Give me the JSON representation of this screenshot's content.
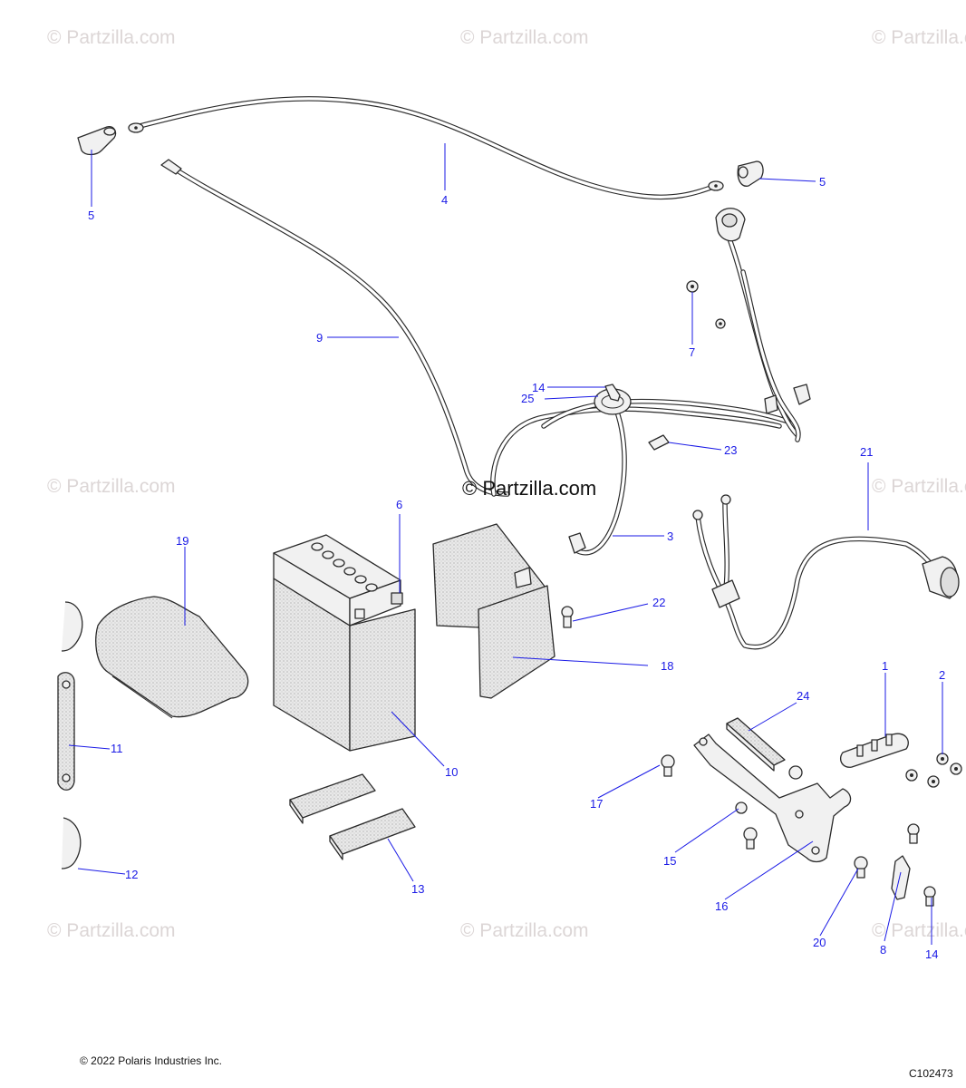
{
  "watermark": {
    "text": "© Partzilla.com",
    "center_text": "© Partzilla.com"
  },
  "copyright": "© 2022 Polaris Industries Inc.",
  "diagram_code": "C102473",
  "callouts": [
    {
      "id": "c5a",
      "label": "5"
    },
    {
      "id": "c4",
      "label": "4"
    },
    {
      "id": "c5b",
      "label": "5"
    },
    {
      "id": "c9",
      "label": "9"
    },
    {
      "id": "c7",
      "label": "7"
    },
    {
      "id": "c14a",
      "label": "14"
    },
    {
      "id": "c25",
      "label": "25"
    },
    {
      "id": "c23",
      "label": "23"
    },
    {
      "id": "c21",
      "label": "21"
    },
    {
      "id": "c3",
      "label": "3"
    },
    {
      "id": "c6",
      "label": "6"
    },
    {
      "id": "c19",
      "label": "19"
    },
    {
      "id": "c22",
      "label": "22"
    },
    {
      "id": "c18",
      "label": "18"
    },
    {
      "id": "c1",
      "label": "1"
    },
    {
      "id": "c2",
      "label": "2"
    },
    {
      "id": "c24",
      "label": "24"
    },
    {
      "id": "c11",
      "label": "11"
    },
    {
      "id": "c10",
      "label": "10"
    },
    {
      "id": "c17",
      "label": "17"
    },
    {
      "id": "c15",
      "label": "15"
    },
    {
      "id": "c12",
      "label": "12"
    },
    {
      "id": "c13",
      "label": "13"
    },
    {
      "id": "c16",
      "label": "16"
    },
    {
      "id": "c20",
      "label": "20"
    },
    {
      "id": "c8",
      "label": "8"
    },
    {
      "id": "c14b",
      "label": "14"
    }
  ]
}
